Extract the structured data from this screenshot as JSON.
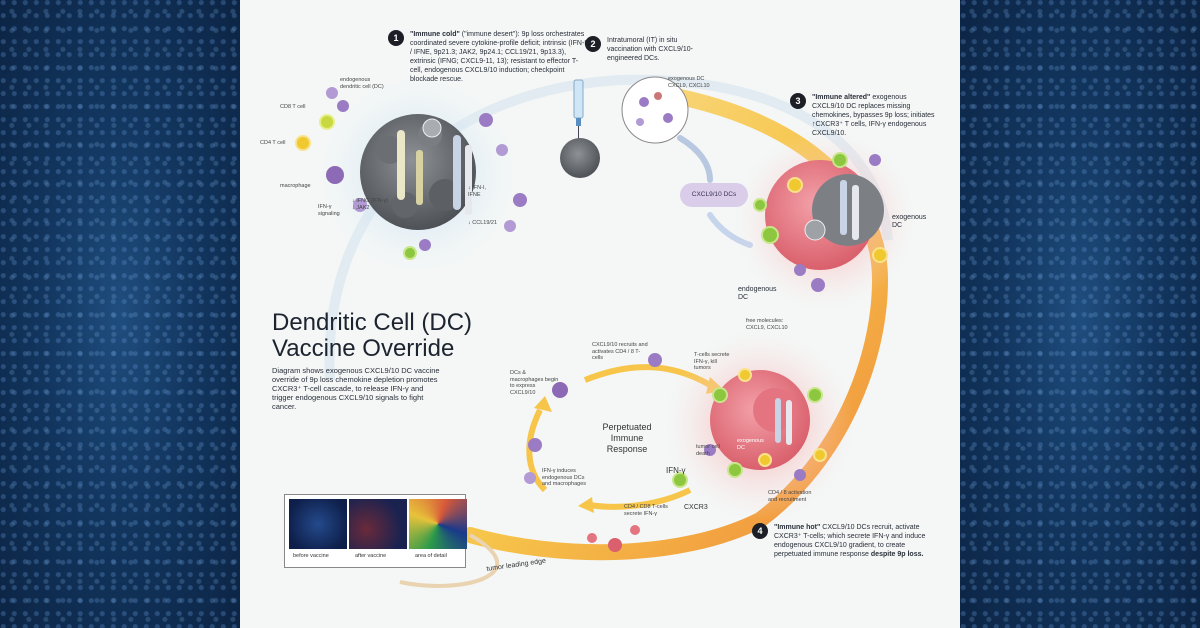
{
  "title_line1": "Dendritic Cell (DC)",
  "title_line2": "Vaccine Override",
  "subtitle": "Diagram shows exogenous CXCL9/10 DC vaccine override of 9p loss chemokine depletion promotes CXCR3⁺ T-cell cascade, to release IFN-γ and trigger endogenous CXCL9/10 signals to fight cancer.",
  "steps": {
    "s1": {
      "num": "1",
      "bold": "\"Immune cold\"",
      "text": " (\"immune desert\"): 9p loss orchestrates coordinated severe cytokine-profile deficit; intrinsic (IFN-I / IFNE, 9p21.3; JAK2, 9p24.1; CCL19/21, 9p13.3), extrinsic (IFNG; CXCL9-11, 13); resistant to effector T-cell, endogenous CXCL9/10 induction; checkpoint blockade rescue."
    },
    "s2": {
      "num": "2",
      "text": "Intratumoral (IT) in situ vaccination with CXCL9/10-engineered DCs."
    },
    "s3": {
      "num": "3",
      "bold": "\"Immune altered\"",
      "text": " exogenous CXCL9/10 DC replaces missing chemokines, bypasses 9p loss; initiates ↑CXCR3⁺ T cells, IFN-γ endogenous CXCL9/10."
    },
    "s4": {
      "num": "4",
      "bold": "\"Immune hot\"",
      "text": " CXCL9/10 DCs recruit, activate CXCR3⁺ T-cells; which secrete IFN-γ and induce endogenous CXCL9/10 gradient, to create perpetuated immune response ",
      "bold2": "despite 9p loss."
    }
  },
  "labels": {
    "endogenous_dc": "endogenous dendritic cell (DC)",
    "cd8": "CD8 T cell",
    "cd4": "CD4 T cell",
    "macrophage": "macrophage",
    "ifn_signaling": "IFN-γ signaling",
    "ifng_loss": "↓ IFNG (IFN-γ)\n↓ JAK2",
    "ifn_i": "↓ IFN-I, IFNE",
    "ccl": "↓ CCL19/21",
    "exo_dc_small": "exogenous DC CXCL9, CXCL10",
    "cxcl_dcs": "CXCL9/10 DCs",
    "exogenous_dc": "exogenous DC",
    "endogenous_dc2": "endogenous DC",
    "free_mol": "free molecules: CXCL9, CXCL10",
    "cxcl_recruits": "CXCL9/10 recruits and activates CD4 / 8 T-cells",
    "tcells_secrete": "T-cells secrete IFN-γ, kill tumors",
    "dcs_macro": "DCs & macrophages begin to express CXCL9/10",
    "perpetuated": "Perpetuated Immune Response",
    "ifn_induces": "IFN-γ induces endogenous DCs and macrophages",
    "ifng": "IFN-γ",
    "cd48_secrete": "CD4 / CD8 T-cells secrete IFN-γ",
    "cxcr3": "CXCR3",
    "cd48_act": "CD4 / 8 activation and recruitment",
    "tumor_cell_death": "tumor cell death",
    "exo_dc_center": "exogenous DC",
    "before": "before vaccine",
    "after": "after vaccine",
    "detail": "area of detail",
    "leading_edge": "tumor leading edge"
  },
  "colors": {
    "arc_yellow": "#f6c54a",
    "arc_orange": "#f08a3a",
    "cold_blue": "#cfe3f5",
    "hot_red": "#f6b9b9",
    "purple_cell": "#9b7cc4",
    "green_cell": "#8dc63f"
  }
}
